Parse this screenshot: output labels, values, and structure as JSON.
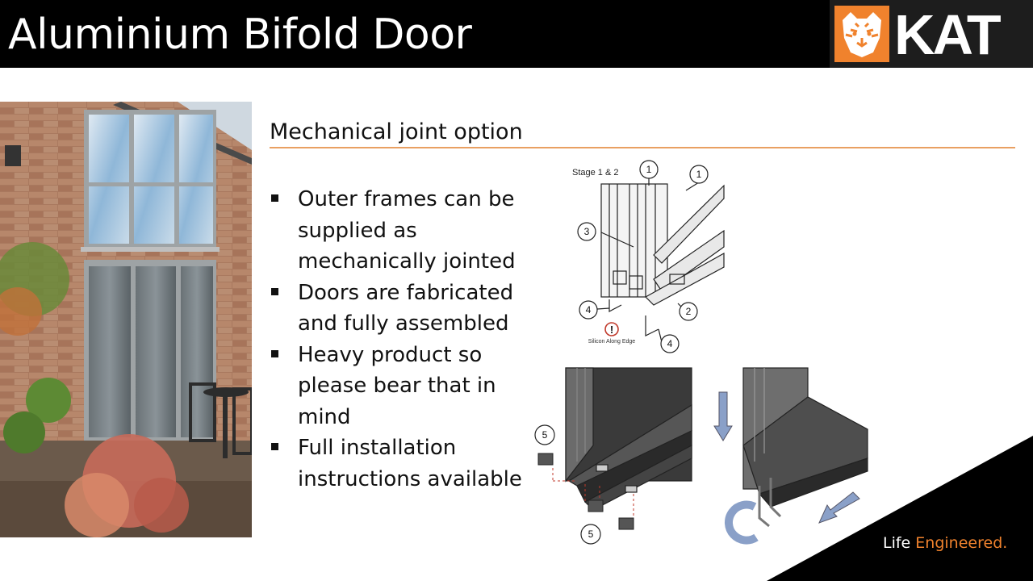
{
  "header": {
    "title": "Aluminium Bifold Door",
    "logo_text": "KAT"
  },
  "section": {
    "subtitle": "Mechanical joint option"
  },
  "bullets": [
    "Outer frames can be supplied as mechanically jointed",
    "Doors are fabricated and fully assembled",
    "Heavy product so please bear that in mind",
    "Full installation instructions available"
  ],
  "diagram": {
    "stage_label": "Stage 1 & 2",
    "callouts": [
      "1",
      "1",
      "3",
      "4",
      "2",
      "4",
      "5",
      "5"
    ],
    "note": "Silicon Along Edge",
    "warning_mark": "!"
  },
  "footer": {
    "tagline_part1": "Life ",
    "tagline_part2": "Engineered."
  },
  "colors": {
    "brand_orange": "#f0822d",
    "rule": "#e9a062",
    "header_bg": "#000000"
  }
}
